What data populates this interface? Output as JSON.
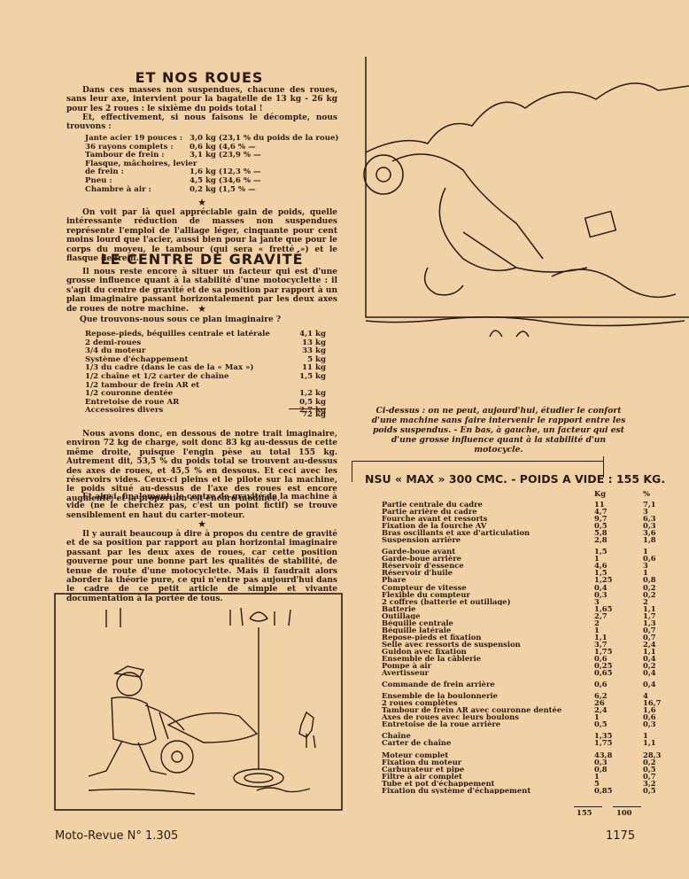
{
  "section1": {
    "title": "ET NOS ROUES",
    "p1": "Dans ces masses non suspendues, chacune des roues, sans leur axe, intervient pour la bagatelle de 13 kg - 26 kg pour les 2 roues : le sixième du poids total !",
    "p2": "Et, effectivement, si nous faisons le décompte, nous trouvons :",
    "wheel_rows": [
      {
        "label": "Jante acier 19 pouces :",
        "value": "3,0 kg (23,1 % du poids de la roue)"
      },
      {
        "label": "36 rayons complets :",
        "value": "0,6 kg (4,6 % —"
      },
      {
        "label": "Tambour de frein :",
        "value": "3,1 kg (23,9 % —"
      },
      {
        "label": "Flasque, mâchoires, levier",
        "value": ""
      },
      {
        "label": "   de frein :",
        "value": "1,6 kg (12,3 % —"
      },
      {
        "label": "Pneu :",
        "value": "4,5 kg (34,6 % —"
      },
      {
        "label": "Chambre à air :",
        "value": "0,2 kg (1,5 % —"
      }
    ],
    "star": "★",
    "p3": "On voit par là quel appréciable gain de poids, quelle intéressante réduction de masses non suspendues représente l'emploi de l'alliage léger, cinquante pour cent moins lourd que l'acier, aussi bien pour la jante que pour le corps du moyeu, le tambour (qui sera « fretté ») et le flasque de frein."
  },
  "section2": {
    "title": "LE CENTRE DE GRAVITÉ",
    "p1": "Il nous reste encore à situer un facteur qui est d'une grosse influence quant à la stabilité d'une motocyclette : il s'agit du centre de gravité et de sa position par rapport à un plan imaginaire passant horizontalement par les deux axes de roues de notre machine.",
    "star": "★",
    "question": "Que trouvons-nous sous ce plan imaginaire ?",
    "rows": [
      {
        "label": "Repose-pieds, béquilles centrale et latérale",
        "value": "4,1 kg"
      },
      {
        "label": "2 demi-roues",
        "value": "13 kg"
      },
      {
        "label": "3/4 du moteur",
        "value": "33 kg"
      },
      {
        "label": "Système d'échappement",
        "value": "5 kg"
      },
      {
        "label": "1/3 du cadre (dans le cas de la « Max »)",
        "value": "11 kg"
      },
      {
        "label": "1/2 chaîne et 1/2 carter de chaîne",
        "value": "1,5 kg"
      },
      {
        "label": "1/2 tambour de frein AR et",
        "value": ""
      },
      {
        "label": "1/2 couronne dentée",
        "value": "1,2 kg"
      },
      {
        "label": "Entretoise de roue AR",
        "value": "0,5 kg"
      },
      {
        "label": "Accessoires divers",
        "value": "2,7 kg"
      }
    ],
    "total": "72 kg",
    "p2": "Nous avons donc, en dessous de notre trait imaginaire, environ 72 kg de charge, soit donc 83 kg au-dessus de cette même droite, puisque l'engin pèse au total 155 kg. Autrement dit, 53,5 % du poids total se trouvent au-dessus des axes de roues, et 45,5 % en dessous. Et ceci avec les réservoirs vides. Ceux-ci pleins et le pilote sur la machine, le poids situé au-dessus de l'axe des roues est encore augmenté, et la proportion est encore modifiée.",
    "p3": "Et ainsi, finalement, le centre de gravité de la machine à vide (ne le cherchez pas, c'est un point fictif) se trouve sensiblement en haut du carter-moteur.",
    "star2": "★",
    "p4": "Il y aurait beaucoup à dire à propos du centre de gravité et de sa position par rapport au plan horizontal imaginaire passant par les deux axes de roues, car cette position gouverne pour une bonne part les qualités de stabilité, de tenue de route d'une motocyclette. Mais il faudrait alors aborder la théorie pure, ce qui n'entre pas aujourd'hui dans le cadre de ce petit article de simple et vivante documentation à la portée de tous."
  },
  "caption": "Ci-dessus : on ne peut, aujourd'hui, étudier le confort d'une machine sans faire intervenir le rapport entre les poids suspendus. - En bas, à gauche, un facteur qui est d'une grosse influence quant à la stabilité d'un motocycle.",
  "nsu": {
    "title": "NSU « MAX » 300 CMC. - POIDS A VIDE : 155 KG.",
    "col_kg": "Kg",
    "col_pct": "%",
    "groups": [
      [
        [
          "Partie centrale du cadre",
          "11",
          "7,1"
        ],
        [
          "Partie arrière du cadre",
          "4,7",
          "3"
        ],
        [
          "Fourche avant et ressorts",
          "9,7",
          "6,3"
        ],
        [
          "Fixation de la fourche AV",
          "0,5",
          "0,3"
        ],
        [
          "Bras oscillants et axe d'articulation",
          "5,8",
          "3,6"
        ],
        [
          "Suspension arrière",
          "2,8",
          "1,8"
        ]
      ],
      [
        [
          "Garde-boue avant",
          "1,5",
          "1"
        ],
        [
          "Garde-boue arrière",
          "1",
          "0,6"
        ],
        [
          "Réservoir d'essence",
          "4,6",
          "3"
        ],
        [
          "Réservoir d'huile",
          "1,5",
          "1"
        ],
        [
          "Phare",
          "1,25",
          "0,8"
        ],
        [
          "Compteur de vitesse",
          "0,4",
          "0,2"
        ],
        [
          "Flexible du compteur",
          "0,3",
          "0,2"
        ],
        [
          "2 coffres (batterie et outillage)",
          "3",
          "2"
        ],
        [
          "Batterie",
          "1,65",
          "1,1"
        ],
        [
          "Outillage",
          "2,7",
          "1,7"
        ],
        [
          "Béquille centrale",
          "2",
          "1,3"
        ],
        [
          "Béquille latérale",
          "1",
          "0,7"
        ],
        [
          "Repose-pieds et fixation",
          "1,1",
          "0,7"
        ],
        [
          "Selle avec ressorts de suspension",
          "3,7",
          "2,4"
        ],
        [
          "Guidon avec fixation",
          "1,75",
          "1,1"
        ],
        [
          "Ensemble de la câblerie",
          "0,6",
          "0,4"
        ],
        [
          "Pompe à air",
          "0,25",
          "0,2"
        ],
        [
          "Avertisseur",
          "0,65",
          "0,4"
        ]
      ],
      [
        [
          "Commande de frein arrière",
          "0,6",
          "0,4"
        ]
      ],
      [
        [
          "Ensemble de la boulonnerie",
          "6,2",
          "4"
        ],
        [
          "2 roues complètes",
          "26",
          "16,7"
        ],
        [
          "Tambour de frein AR avec couronne dentée",
          "2,4",
          "1,6"
        ],
        [
          "Axes de roues avec leurs boulons",
          "1",
          "0,6"
        ],
        [
          "Entretoise de la roue arrière",
          "0,5",
          "0,3"
        ]
      ],
      [
        [
          "Chaîne",
          "1,35",
          "1"
        ],
        [
          "Carter de chaîne",
          "1,75",
          "1,1"
        ]
      ],
      [
        [
          "Moteur complet",
          "43,8",
          "28,3"
        ],
        [
          "Fixation du moteur",
          "0,3",
          "0,2"
        ],
        [
          "Carburateur et pipe",
          "0,8",
          "0,5"
        ],
        [
          "Filtre à air complet",
          "1",
          "0,7"
        ],
        [
          "Tube et pot d'échappement",
          "5",
          "3,2"
        ],
        [
          "Fixation du système d'échappement",
          "0,85",
          "0,5"
        ]
      ]
    ],
    "total_kg": "155",
    "total_pct": "100"
  },
  "footer": {
    "left": "Moto-Revue N° 1.305",
    "right": "1175"
  },
  "illustrations": {
    "top": "cartoon-rider-suspension",
    "bottom": "cartoon-tightrope-center-of-gravity"
  }
}
